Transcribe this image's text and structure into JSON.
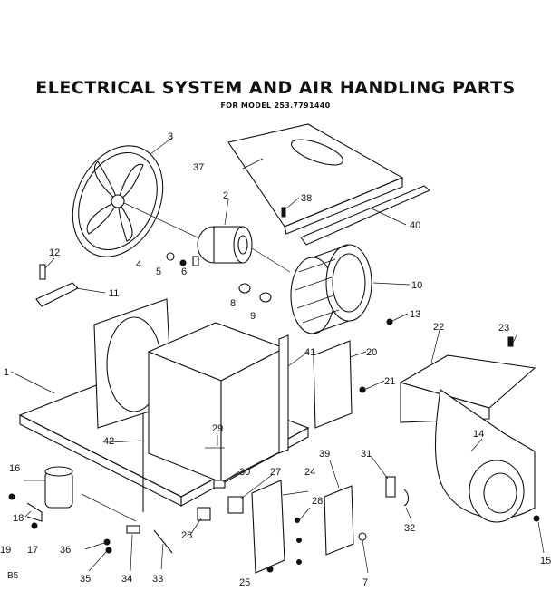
{
  "title": "ELECTRICAL SYSTEM AND AIR HANDLING PARTS",
  "subtitle": "FOR MODEL 253.7791440",
  "corner_mark": "B5",
  "parts": [
    "1",
    "2",
    "3",
    "4",
    "5",
    "6",
    "7",
    "8",
    "9",
    "10",
    "11",
    "12",
    "13",
    "14",
    "15",
    "16",
    "17",
    "18",
    "19",
    "20",
    "21",
    "22",
    "23",
    "24",
    "25",
    "26",
    "27",
    "28",
    "29",
    "30",
    "31",
    "32",
    "33",
    "34",
    "35",
    "36",
    "37",
    "38",
    "39",
    "40",
    "41",
    "42"
  ]
}
